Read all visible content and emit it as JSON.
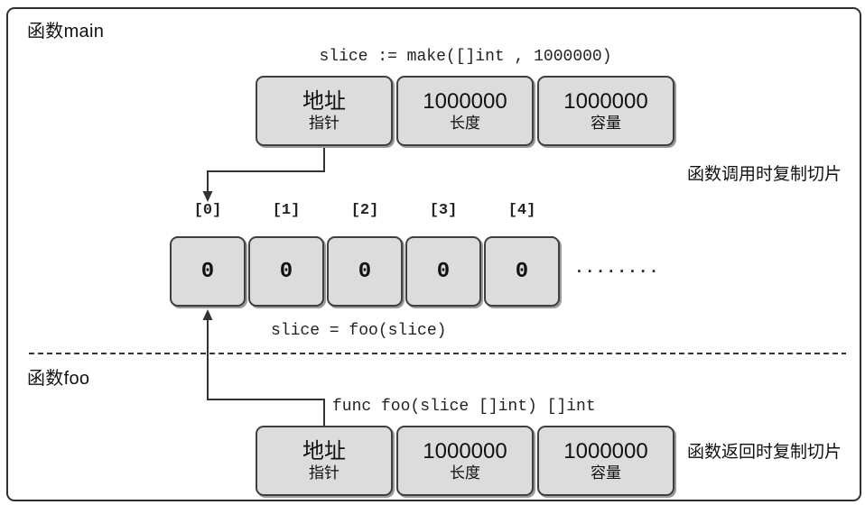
{
  "sections": {
    "main_label": "函数main",
    "foo_label": "函数foo"
  },
  "code": {
    "make_statement": "slice := make([]int , 1000000)",
    "call_statement": "slice = foo(slice)",
    "func_declaration": "func foo(slice []int) []int"
  },
  "main_slice": {
    "boxes": [
      {
        "value": "地址",
        "label": "指针"
      },
      {
        "value": "1000000",
        "label": "长度"
      },
      {
        "value": "1000000",
        "label": "容量"
      }
    ]
  },
  "foo_slice": {
    "boxes": [
      {
        "value": "地址",
        "label": "指针"
      },
      {
        "value": "1000000",
        "label": "长度"
      },
      {
        "value": "1000000",
        "label": "容量"
      }
    ]
  },
  "array": {
    "indices": [
      "[0]",
      "[1]",
      "[2]",
      "[3]",
      "[4]"
    ],
    "values": [
      "0",
      "0",
      "0",
      "0",
      "0"
    ],
    "ellipsis": "........"
  },
  "annotations": {
    "call_copy": "函数调用时复制切片",
    "return_copy": "函数返回时复制切片"
  },
  "colors": {
    "box_fill": "#dcdcdc",
    "box_border": "#3f3f3f",
    "line": "#333333",
    "frame_border": "#2f2f2f",
    "text": "#1a1a1a"
  }
}
